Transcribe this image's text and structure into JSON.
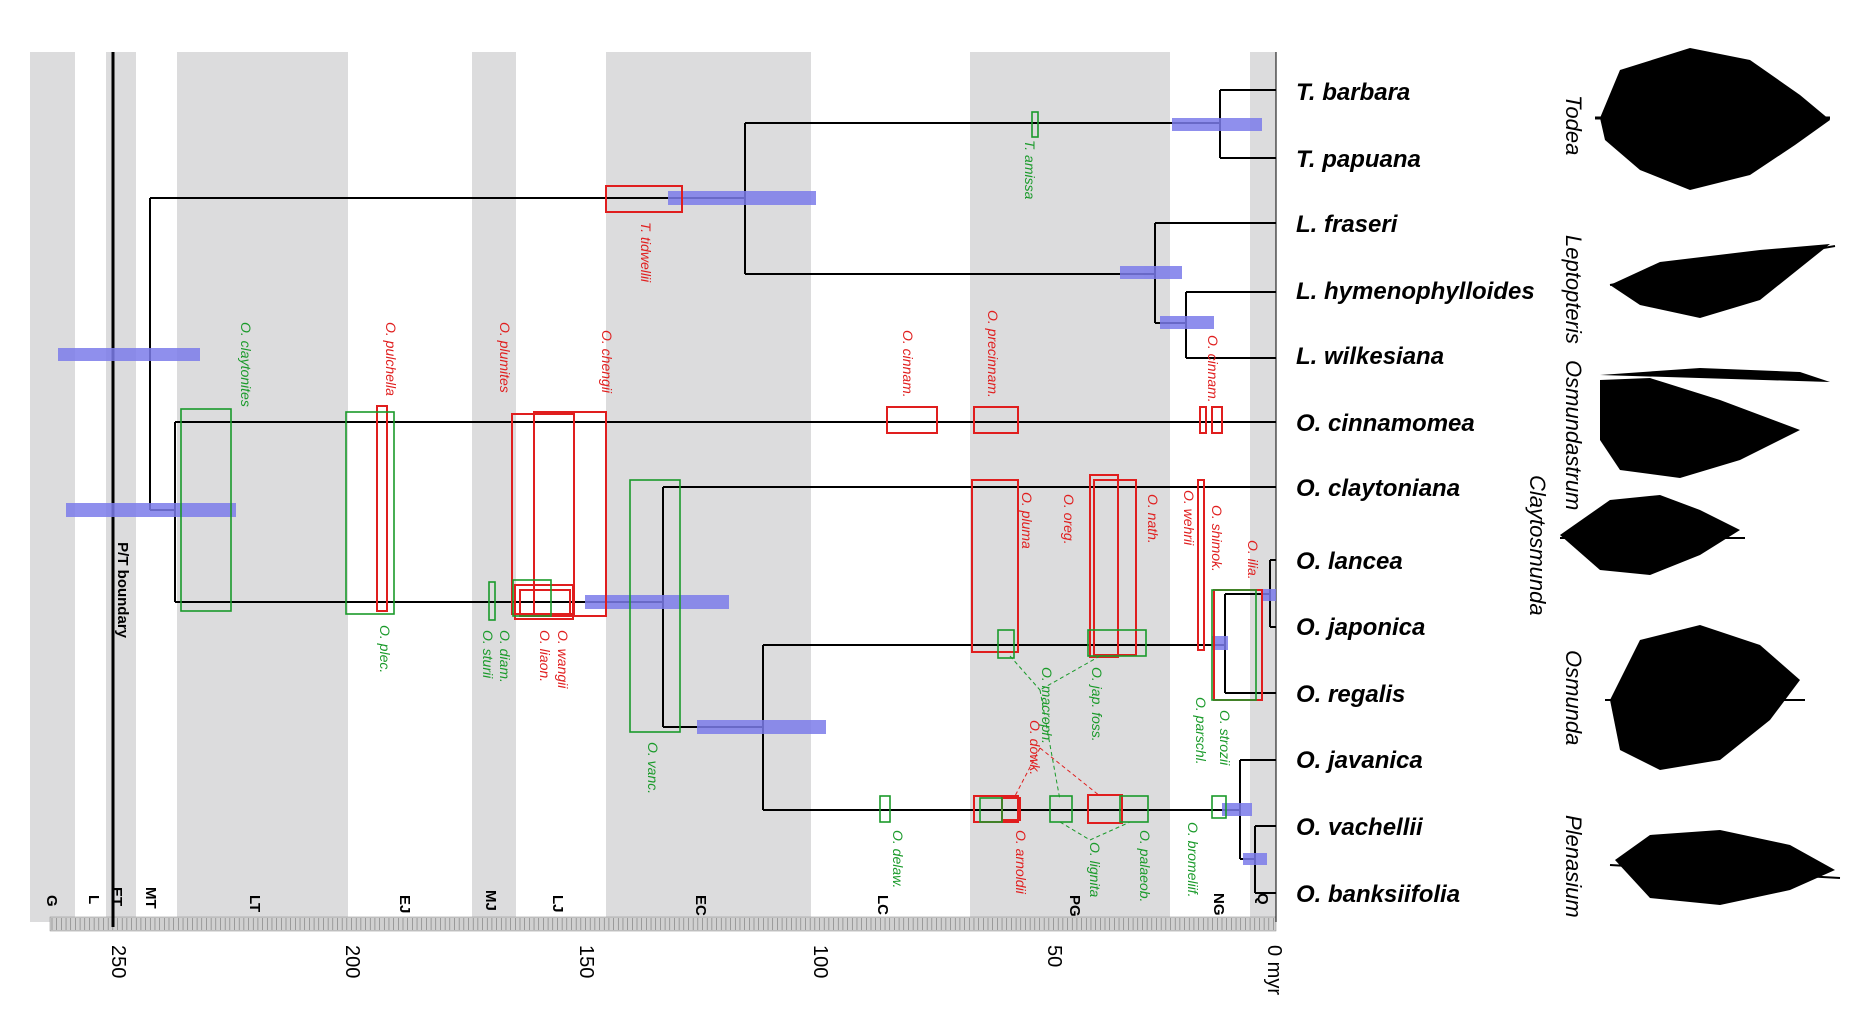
{
  "axis": {
    "ticks": [
      "250",
      "200",
      "150",
      "100",
      "50",
      "0 myr"
    ],
    "boundary_label": "P/T boundary"
  },
  "periods": [
    "G",
    "L",
    "ET",
    "MT",
    "LT",
    "EJ",
    "MJ",
    "LJ",
    "EC",
    "LC",
    "PG",
    "NG",
    "Q"
  ],
  "taxa": [
    "T. barbara",
    "T. papuana",
    "L. fraseri",
    "L. hymenophylloides",
    "L. wilkesiana",
    "O. cinnamomea",
    "O. claytoniana",
    "O. lancea",
    "O. japonica",
    "O. regalis",
    "O. javanica",
    "O. vachellii",
    "O. banksiifolia"
  ],
  "genera": [
    "Todea",
    "Leptopteris",
    "Osmundastrum",
    "Claytosmunda",
    "Osmunda",
    "Plenasium"
  ],
  "fossils_red": [
    "T. tidwellii",
    "O. pulchella",
    "O. plumites",
    "O. chengii",
    "O. cinnam.",
    "O. precinnam.",
    "O. cinnam.",
    "O. pluma",
    "O. oreg.",
    "O. nath.",
    "O. wehrii",
    "O. shimok.",
    "O. ilia.",
    "O. wangii",
    "O. liaon.",
    "O. dowk.",
    "O. arnoldii"
  ],
  "fossils_green": [
    "T. amissa",
    "O. claytonites",
    "O. plec.",
    "O. sturii",
    "O. diam.",
    "O. vanc.",
    "O. macroph.",
    "O. jap. foss.",
    "O. parschl.",
    "O. strozii",
    "O. delaw.",
    "O. lignita",
    "O. palaeob.",
    "O. bromeliif."
  ],
  "colors": {
    "band": "#dcdcdd",
    "ci_bar": "#7b7bea",
    "fossil_red": "#e01e1e",
    "fossil_green": "#1a9a2a",
    "tree": "#000000"
  }
}
